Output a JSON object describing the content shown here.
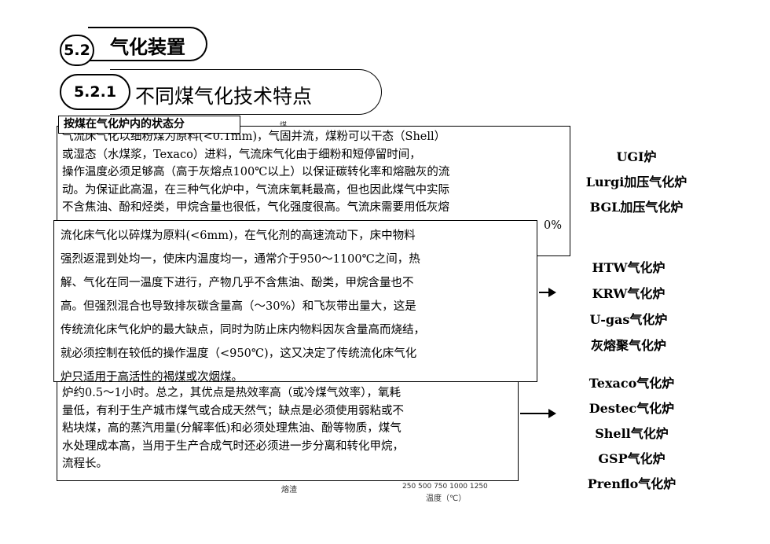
{
  "section": {
    "number": "5.2",
    "title": "气化装置"
  },
  "subsection": {
    "number": "5.2.1",
    "title": "不同煤气化技术特点"
  },
  "state_label": "按煤在气化炉内的状态分",
  "fragments": {
    "top_char": "煤",
    "slag": "熔渣",
    "ticks": "250 500 750 1000 1250",
    "temp_axis": "温度（℃）"
  },
  "entrained_flow_text": [
    "气流床气化以细粉煤为原料(<0.1mm)，气固并流，煤粉可以干态（Shell）",
    "或湿态（水煤浆，Texaco）进料，气流床气化由于细粉和短停留时间，",
    "操作温度必须足够高（高于灰熔点100℃以上）以保证碳转化率和熔融灰的流",
    "动。为保证此高温，在三种气化炉中，气流床氧耗最高，但也因此煤气中实际",
    "不含焦油、酚和烃类，甲烷含量也很低，气化强度很高。气流床需要用低灰熔",
    "0%"
  ],
  "fluidized_bed_text": [
    "流化床气化以碎煤为原料(<6mm)，在气化剂的高速流动下，床中物料",
    "强烈返混到处均一，使床内温度均一，通常介于950～1100℃之间，热",
    "解、气化在同一温度下进行，产物几乎不含焦油、酚类，甲烷含量也不",
    "高。但强烈混合也导致排灰碳含量高（～30%）和飞灰带出量大，这是",
    "传统流化床气化炉的最大缺点，同时为防止床内物料因灰含量高而烧结，",
    "就必须控制在较低的操作温度（<950℃)，这又决定了传统流化床气化",
    "炉只适用于高活性的褐煤或次烟煤。"
  ],
  "fixed_bed_text": [
    "炉约0.5～1小时。总之，其优点是热效率高（或冷煤气效率），氧耗",
    "量低，有利于生产城市煤气或合成天然气；缺点是必须使用弱粘或不",
    "粘块煤，高的蒸汽用量(分解率低)和必须处理焦油、酚等物质，煤气",
    "水处理成本高，当用于生产合成气时还必须进一步分离和转化甲烷，",
    "流程长。"
  ],
  "gasifiers": {
    "fixed_bed": [
      "UGI炉",
      "Lurgi加压气化炉",
      "BGL加压气化炉"
    ],
    "fluidized_bed": [
      "HTW气化炉",
      "KRW气化炉",
      "U-gas气化炉",
      "灰熔聚气化炉"
    ],
    "entrained_flow": [
      "Texaco气化炉",
      "Destec气化炉",
      "Shell气化炉",
      "GSP气化炉",
      "Prenflo气化炉"
    ]
  }
}
